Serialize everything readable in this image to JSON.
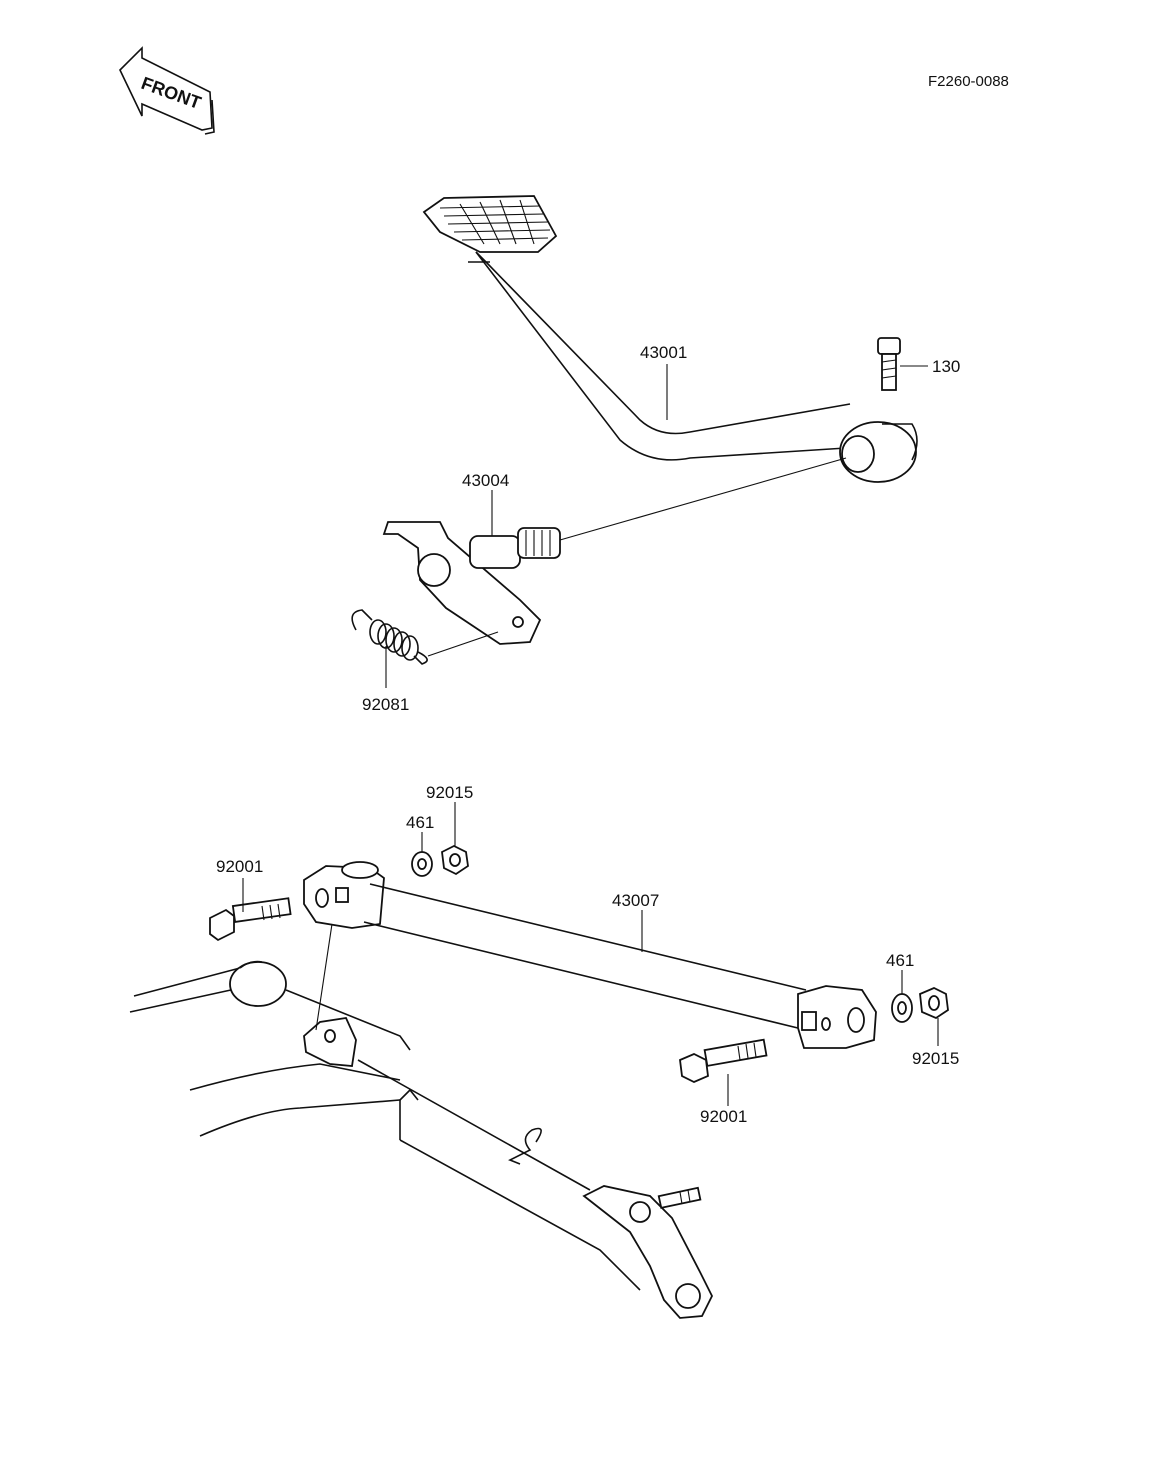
{
  "diagram": {
    "drawing_code": "F2260-0088",
    "front_label": "FRONT",
    "callouts": {
      "brake_pedal": "43001",
      "bolt_130": "130",
      "shaft": "43004",
      "spring": "92081",
      "nut_top": "92015",
      "washer_top": "461",
      "bolt_left": "92001",
      "rod": "43007",
      "washer_right": "461",
      "nut_right": "92015",
      "bolt_bottom": "92001"
    }
  }
}
